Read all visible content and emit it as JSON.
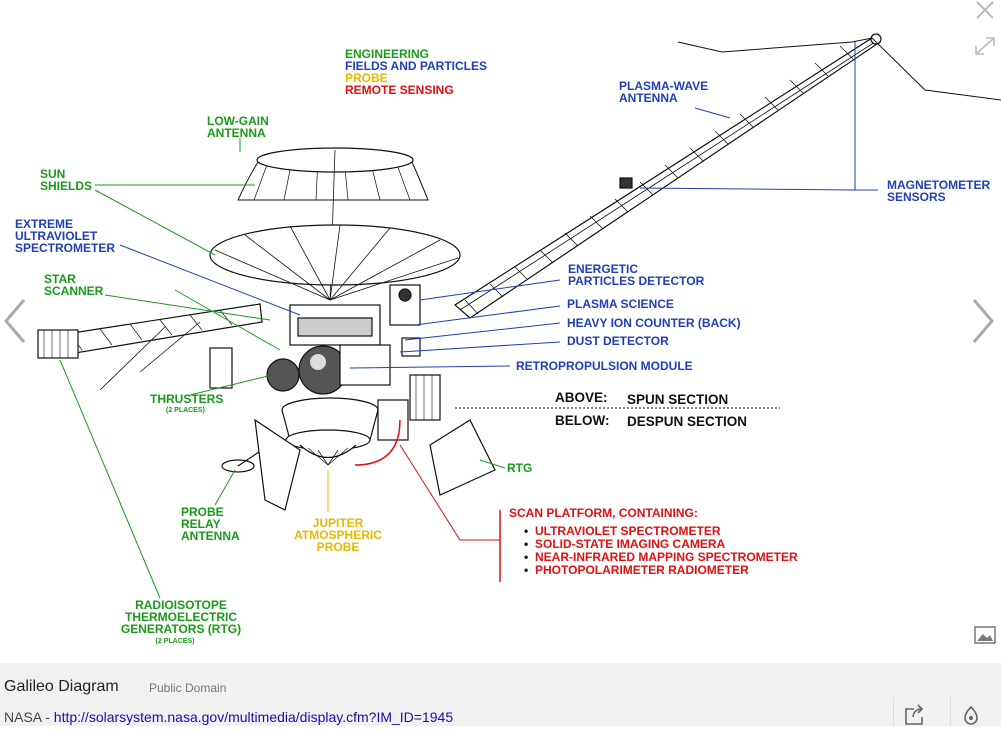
{
  "legend": {
    "engineering": "ENGINEERING",
    "fields_particles": "FIELDS AND PARTICLES",
    "probe": "PROBE",
    "remote_sensing": "REMOTE SENSING"
  },
  "colors": {
    "engineering": "#1a9a1a",
    "fields_particles": "#1f3fb8",
    "probe": "#e6b800",
    "remote_sensing": "#e01010",
    "footer_bg": "#f1f1f1",
    "link": "#1a0dab"
  },
  "labels": {
    "low_gain": [
      "LOW-GAIN",
      "ANTENNA"
    ],
    "sun_shields": [
      "SUN",
      "SHIELDS"
    ],
    "euv": [
      "EXTREME",
      "ULTRAVIOLET",
      "SPECTROMETER"
    ],
    "star_scanner": [
      "STAR",
      "SCANNER"
    ],
    "thrusters": "THRUSTERS",
    "thrusters_note": "(2 PLACES)",
    "probe_relay": [
      "PROBE",
      "RELAY",
      "ANTENNA"
    ],
    "jupiter_probe": [
      "JUPITER",
      "ATMOSPHERIC",
      "PROBE"
    ],
    "rtg_full": [
      "RADIOISOTOPE",
      "THERMOELECTRIC",
      "GENERATORS (RTG)"
    ],
    "rtg_note": "(2 PLACES)",
    "plasma_wave": [
      "PLASMA-WAVE",
      "ANTENNA"
    ],
    "magnetometer": [
      "MAGNETOMETER",
      "SENSORS"
    ],
    "energetic": [
      "ENERGETIC",
      "PARTICLES DETECTOR"
    ],
    "plasma_science": "PLASMA SCIENCE",
    "heavy_ion": "HEAVY ION COUNTER (BACK)",
    "dust": "DUST DETECTOR",
    "retro": "RETROPROPULSION MODULE",
    "above": "ABOVE:",
    "spun": "SPUN SECTION",
    "below": "BELOW:",
    "despun": "DESPUN SECTION",
    "rtg": "RTG",
    "scan_platform": "SCAN PLATFORM, CONTAINING:",
    "scan_items": [
      "ULTRAVIOLET SPECTROMETER",
      "SOLID-STATE IMAGING CAMERA",
      "NEAR-INFRARED MAPPING SPECTROMETER",
      "PHOTOPOLARIMETER RADIOMETER"
    ],
    "bullet": "•"
  },
  "caption": {
    "title": "Galileo Diagram",
    "license": "Public Domain",
    "source_prefix": "NASA - ",
    "source_url": "http://solarsystem.nasa.gov/multimedia/display.cfm?IM_ID=1945"
  },
  "icons": {
    "close": "close-icon",
    "expand": "expand-icon",
    "prev": "chevron-left-icon",
    "next": "chevron-right-icon",
    "image": "image-icon",
    "share": "share-icon",
    "save": "save-icon"
  }
}
